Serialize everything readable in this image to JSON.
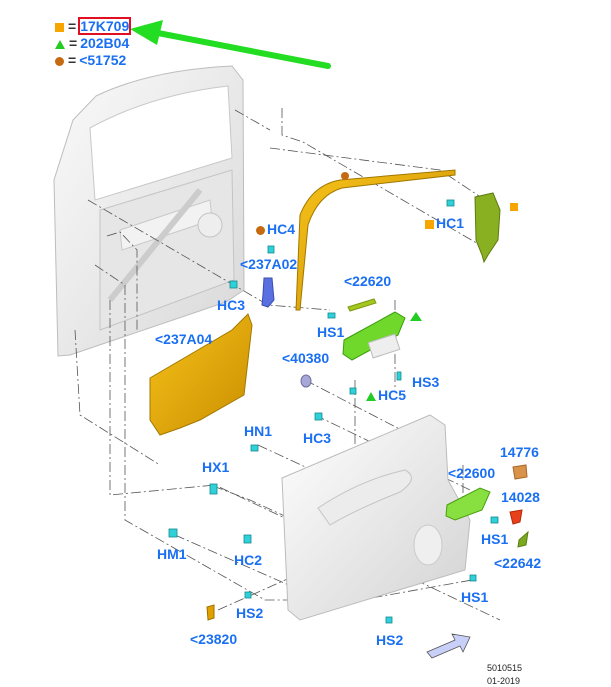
{
  "legend": [
    {
      "symbol": "orange-square",
      "color": "#f7a600",
      "equals": "=",
      "code": "17K709",
      "highlighted": true
    },
    {
      "symbol": "green-triangle",
      "color": "#22cc22",
      "equals": "=",
      "code": "202B04",
      "highlighted": false
    },
    {
      "symbol": "brown-circle",
      "color": "#c56a10",
      "equals": "=",
      "code": "<51752",
      "highlighted": false
    }
  ],
  "callouts": {
    "hc1": "HC1",
    "hc4": "HC4",
    "c237a02": "<237A02",
    "hc3_top": "HC3",
    "c22620": "<22620",
    "hs1_top": "HS1",
    "c237a04": "<237A04",
    "c40380": "<40380",
    "hs3": "HS3",
    "hc5": "HC5",
    "hn1": "HN1",
    "hc3_mid": "HC3",
    "hx1": "HX1",
    "c14776": "14776",
    "c22600": "<22600",
    "c14028": "14028",
    "hs1_right": "HS1",
    "c22642": "<22642",
    "hm1": "HM1",
    "hc2": "HC2",
    "hs1_bottom": "HS1",
    "hs2_left": "HS2",
    "c23820": "<23820",
    "hs2_bottom": "HS2"
  },
  "footer": {
    "drawing_number": "5010515",
    "date": "01-2019"
  },
  "colors": {
    "callout_text": "#1a6ff2",
    "highlight_box": "#e01020",
    "pointer_arrow": "#22dd22",
    "fastener": "#2fd0d8",
    "yellow_part": "#e0a800",
    "green_part": "#6fd82a",
    "olive_part": "#88b020",
    "blue_bracket": "#5a6fe0",
    "view_arrow": "#c8cff8"
  }
}
